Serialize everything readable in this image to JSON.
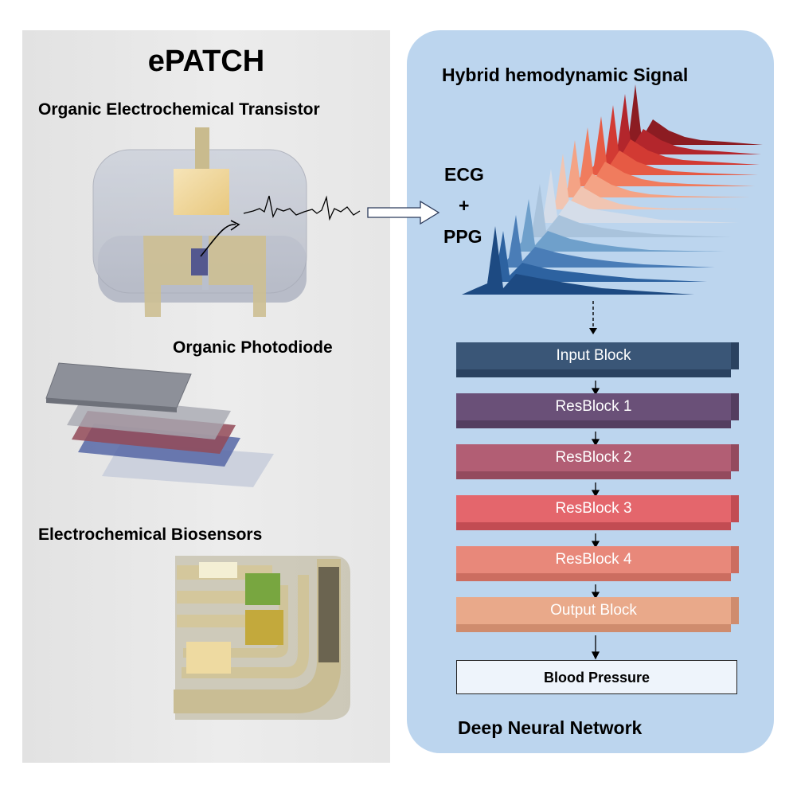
{
  "left": {
    "title": "ePATCH",
    "oect_label": "Organic Electrochemical Transistor",
    "opd_label": "Organic Photodiode",
    "biosensor_label": "Electrochemical Biosensors"
  },
  "right": {
    "signal_title": "Hybrid hemodynamic Signal",
    "signal_ecg": "ECG",
    "signal_plus": "+",
    "signal_ppg": "PPG",
    "network_title": "Deep Neural Network",
    "blocks": [
      {
        "label": "Input Block",
        "color": "#3a5677"
      },
      {
        "label": "ResBlock 1",
        "color": "#6a5078"
      },
      {
        "label": "ResBlock 2",
        "color": "#b25e74"
      },
      {
        "label": "ResBlock 3",
        "color": "#e4666c"
      },
      {
        "label": "ResBlock 4",
        "color": "#e8887a"
      },
      {
        "label": "Output Block",
        "color": "#e9a98a"
      }
    ],
    "output_label": "Blood Pressure"
  },
  "colors": {
    "left_panel_bg": "#e6e6e6",
    "right_panel_bg": "#bcd5ee",
    "waterfall_front": "#1d4a82",
    "waterfall_back": "#8c1c22"
  }
}
